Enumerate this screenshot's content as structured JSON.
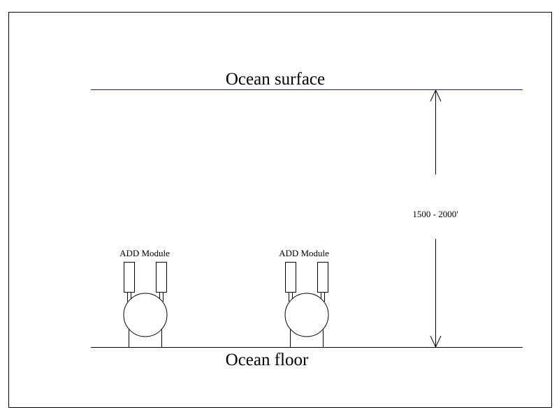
{
  "labels": {
    "surface": "Ocean surface",
    "floor": "Ocean floor",
    "depth": "1500 - 2000'"
  },
  "modules": [
    {
      "label": "ADD Module"
    },
    {
      "label": "ADD Module"
    }
  ],
  "colors": {
    "surface_line": "#1a1a5e",
    "line": "#000000"
  }
}
